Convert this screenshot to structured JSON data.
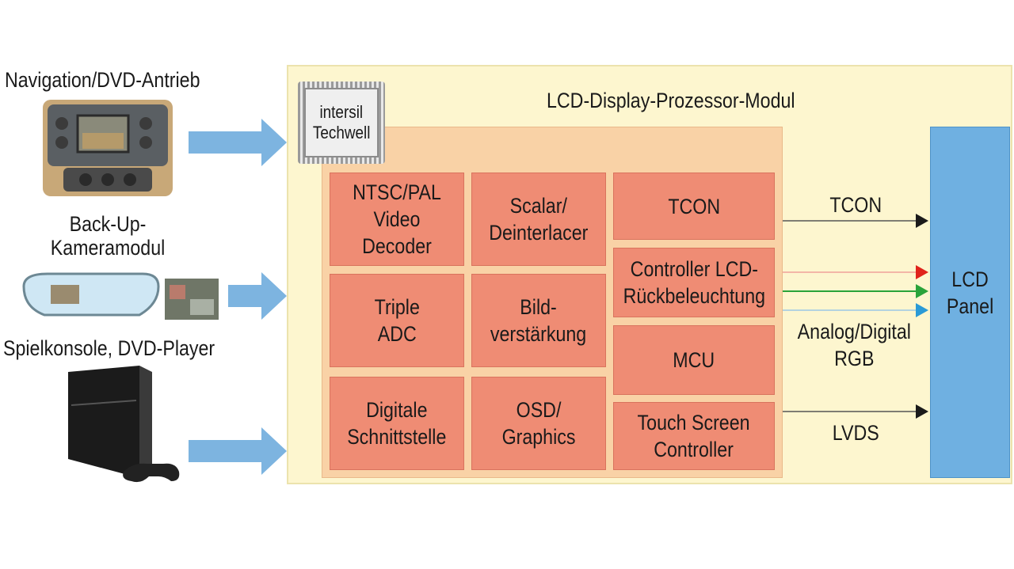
{
  "sources": {
    "nav_label": "Navigation/DVD-Antrieb",
    "camera_label": "Back-Up-\nKameramodul",
    "console_label": "Spielkonsole, DVD-Player"
  },
  "module": {
    "title": "LCD-Display-Prozessor-Modul",
    "chip_line1": "intersil",
    "chip_line2": "Techwell"
  },
  "blocks": {
    "ntsc": "NTSC/PAL\nVideo Decoder",
    "scalar": "Scalar/\nDeinterlacer",
    "tcon": "TCON",
    "triple_adc": "Triple\nADC",
    "bild": "Bild-\nverstärkung",
    "controller_lcd": "Controller LCD-\nRückbeleuchtung",
    "mcu": "MCU",
    "digitale": "Digitale\nSchnittstelle",
    "osd": "OSD/\nGraphics",
    "touch": "Touch Screen\nController"
  },
  "signals": {
    "tcon": "TCON",
    "rgb": "Analog/Digital\nRGB",
    "lvds": "LVDS"
  },
  "panel": {
    "label": "LCD\nPanel"
  },
  "colors": {
    "module_bg": "#fdf6cf",
    "inner_bg": "#f9d2a6",
    "block": "#ef8c74",
    "panel": "#6fb0e1",
    "input_arrow": "#7db4e0",
    "red": "#e0231b",
    "green": "#2aa33a",
    "blue": "#2a9ad6"
  }
}
